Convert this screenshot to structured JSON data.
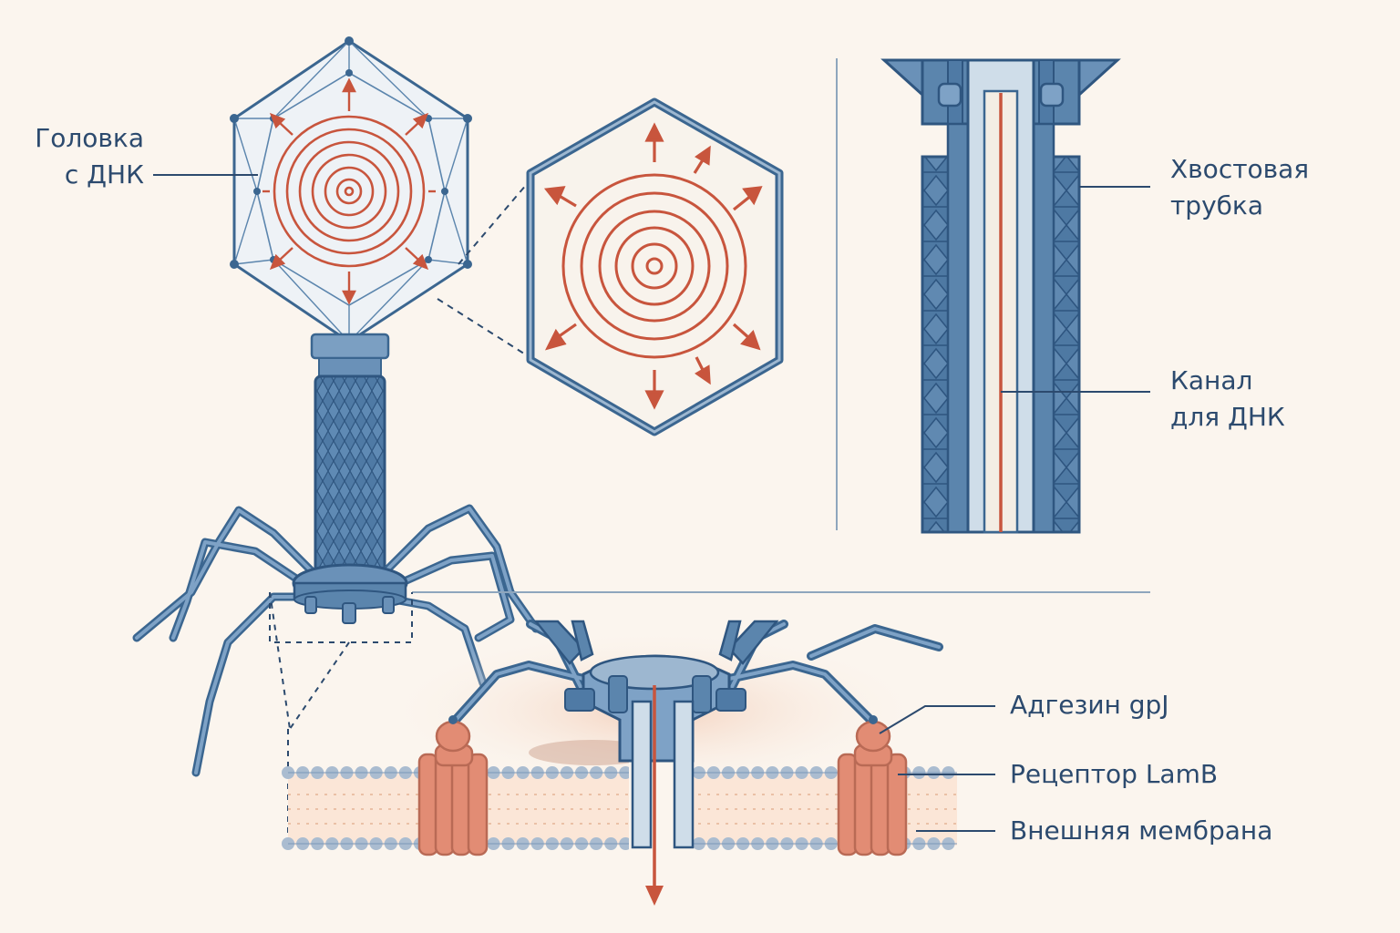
{
  "labels": {
    "head": [
      "Головка",
      "с ДНК"
    ],
    "tail_tube": [
      "Хвостовая",
      "трубка"
    ],
    "dna_channel": [
      "Канал",
      "для ДНК"
    ],
    "adhesin": "Адгезин gpJ",
    "receptor": "Рецептор LamB",
    "membrane": "Внешняя мембрана"
  },
  "colors": {
    "structure": "#3b6690",
    "structure_fill": "#5b85ad",
    "structure_light": "#9db7d0",
    "dna": "#c8553d",
    "receptor": "#e28c74",
    "membrane": "#aabcd0",
    "label": "#2c4a6e",
    "background": "#fbf5ee"
  }
}
